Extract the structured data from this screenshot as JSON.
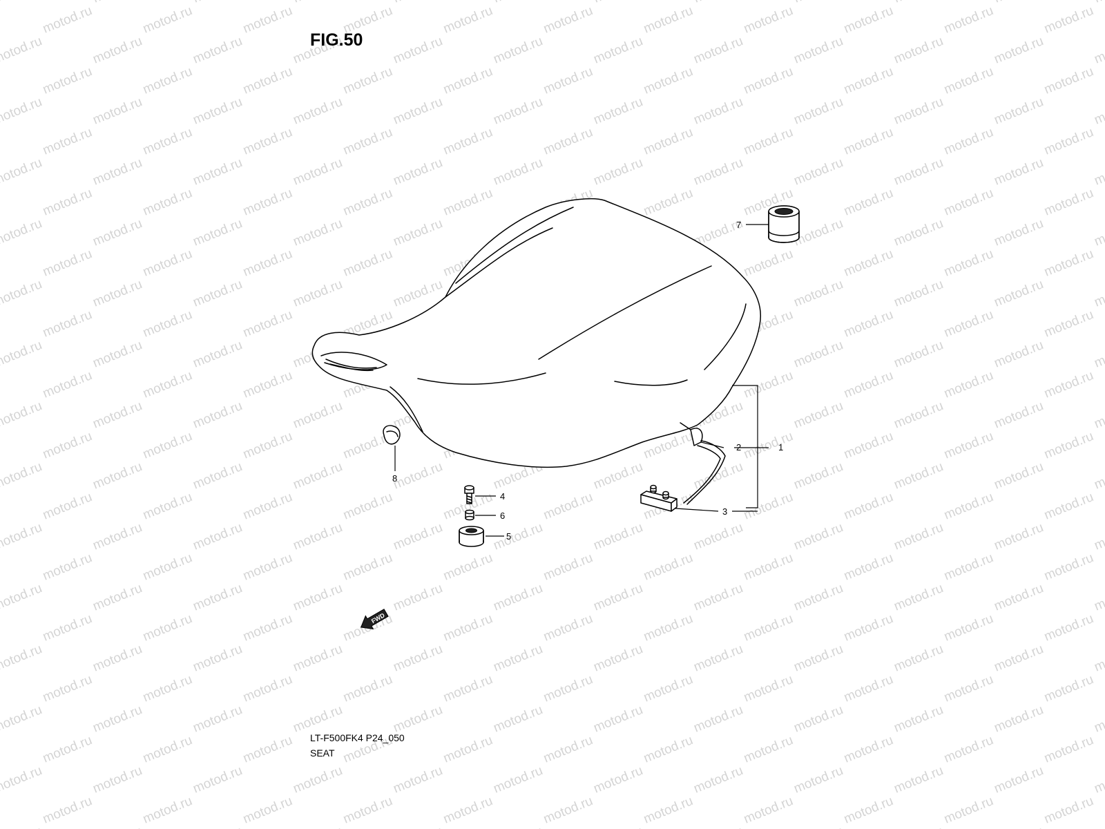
{
  "figure_title": "FIG.50",
  "model_code": "LT-F500FK4 P24_050",
  "section_name": "SEAT",
  "watermark_text": "motod.ru",
  "fwd_label": "FWD",
  "callouts": [
    {
      "id": "1",
      "label": "1"
    },
    {
      "id": "2",
      "label": "2"
    },
    {
      "id": "3",
      "label": "3"
    },
    {
      "id": "4",
      "label": "4"
    },
    {
      "id": "5",
      "label": "5"
    },
    {
      "id": "6",
      "label": "6"
    },
    {
      "id": "7",
      "label": "7"
    },
    {
      "id": "8",
      "label": "8"
    }
  ],
  "colors": {
    "line": "#000000",
    "watermark": "#d4d4d4",
    "background": "#ffffff"
  }
}
